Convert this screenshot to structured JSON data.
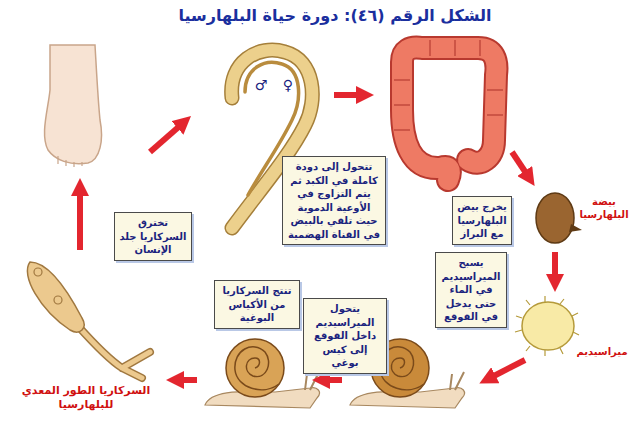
{
  "diagram": {
    "title": "الشكل الرقم (٤٦): دورة حياة البلهارسيا",
    "nodes": [
      {
        "text": [
          "تتحول إلى دودة كاملة في الكبد ثم يتم التزاوج في الأوعية الدموية حيث تلقي بالبيض في القناة الهضمية"
        ]
      },
      {
        "text": [
          "تخترق السركاريا جلد الإنسان"
        ]
      },
      {
        "text": [
          "يخرج بيض البلهارسيا مع البراز"
        ]
      },
      {
        "text": [
          "يسبح الميراسيديم في الماء حتى يدخل في القوقع"
        ]
      },
      {
        "text": [
          "يتحول الميراسيديم داخل القوقع إلى كيس بوغي"
        ]
      },
      {
        "text": [
          "تنتج السركاريا من الأكياس البوغية"
        ]
      }
    ],
    "labels": [
      "♂",
      "♀",
      "بيضة البلهارسيا",
      "ميراسيديم",
      "السركاريا الطور المعدي للبلهارسيا"
    ]
  }
}
